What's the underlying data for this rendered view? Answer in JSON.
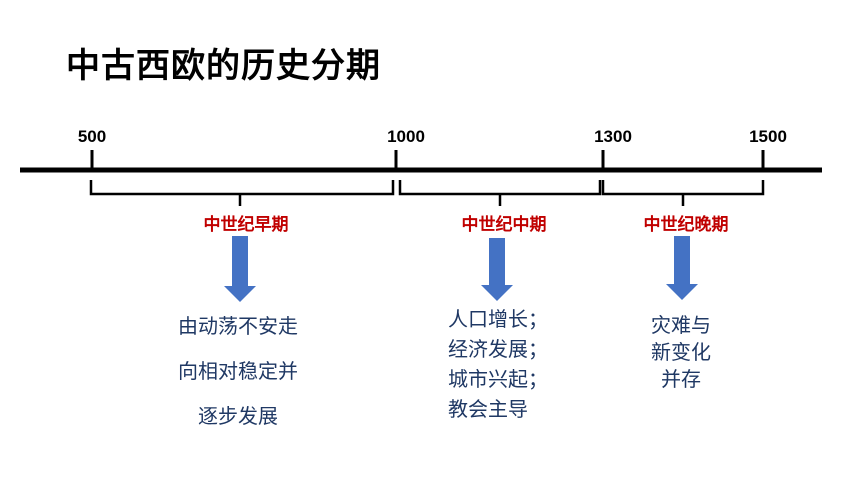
{
  "title": "中古西欧的历史分期",
  "timeline": {
    "years": [
      "500",
      "1000",
      "1300",
      "1500"
    ]
  },
  "periods": [
    {
      "name": "中世纪早期",
      "lines": [
        "由动荡不安走",
        "向相对稳定并",
        "逐步发展"
      ]
    },
    {
      "name": "中世纪中期",
      "lines": [
        "人口增长；",
        "经济发展；",
        "城市兴起；",
        "教会主导"
      ]
    },
    {
      "name": "中世纪晚期",
      "lines": [
        "灾难与",
        "新变化",
        "并存"
      ]
    }
  ],
  "colors": {
    "axis": "#000000",
    "period_label": "#c00000",
    "arrow": "#4472c4",
    "description": "#1f3864"
  }
}
